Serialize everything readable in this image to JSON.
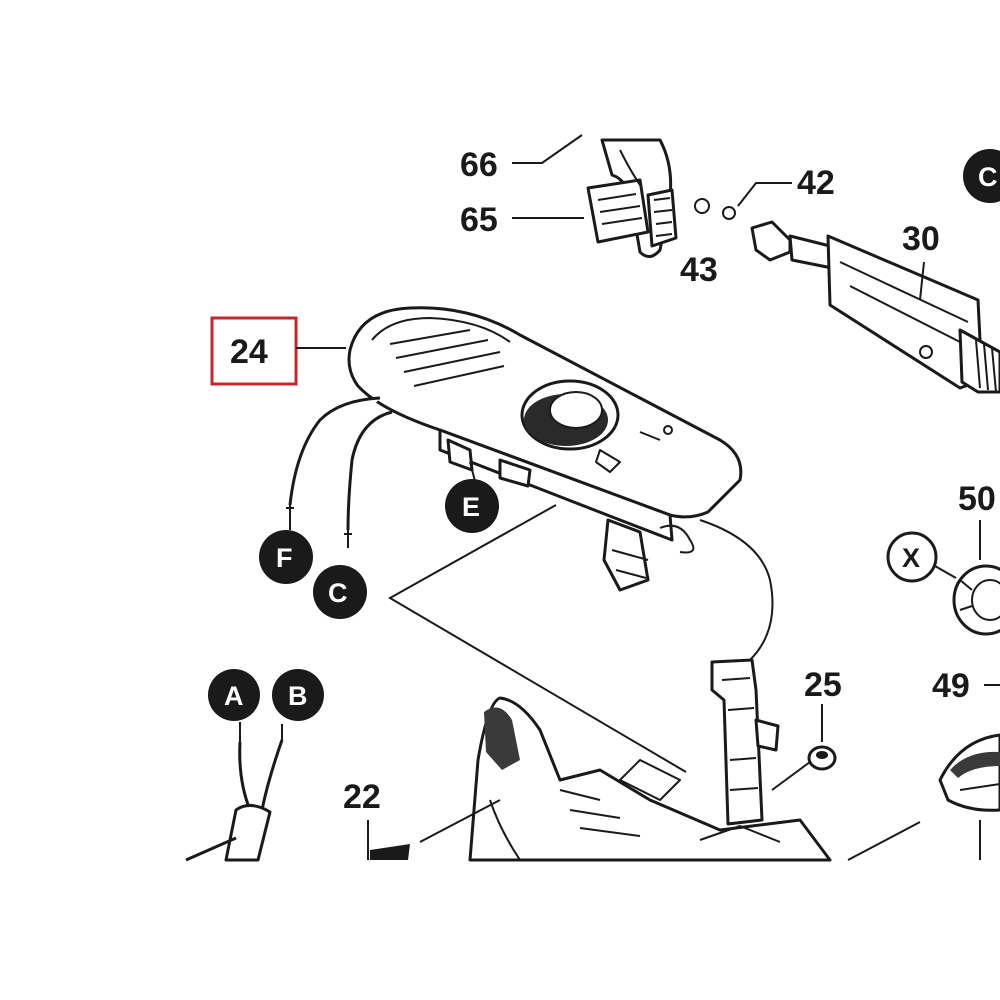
{
  "labels": {
    "l66": "66",
    "l65": "65",
    "l43": "43",
    "l42": "42",
    "l30": "30",
    "l24": "24",
    "l25": "25",
    "l22": "22",
    "l50": "50",
    "l49": "49"
  },
  "markers": {
    "c_top": "C",
    "e": "E",
    "f": "F",
    "c": "C",
    "a": "A",
    "b": "B",
    "x": "X"
  },
  "highlight": {
    "color": "#c8262b"
  },
  "ink": {
    "color": "#1a1a1a"
  }
}
